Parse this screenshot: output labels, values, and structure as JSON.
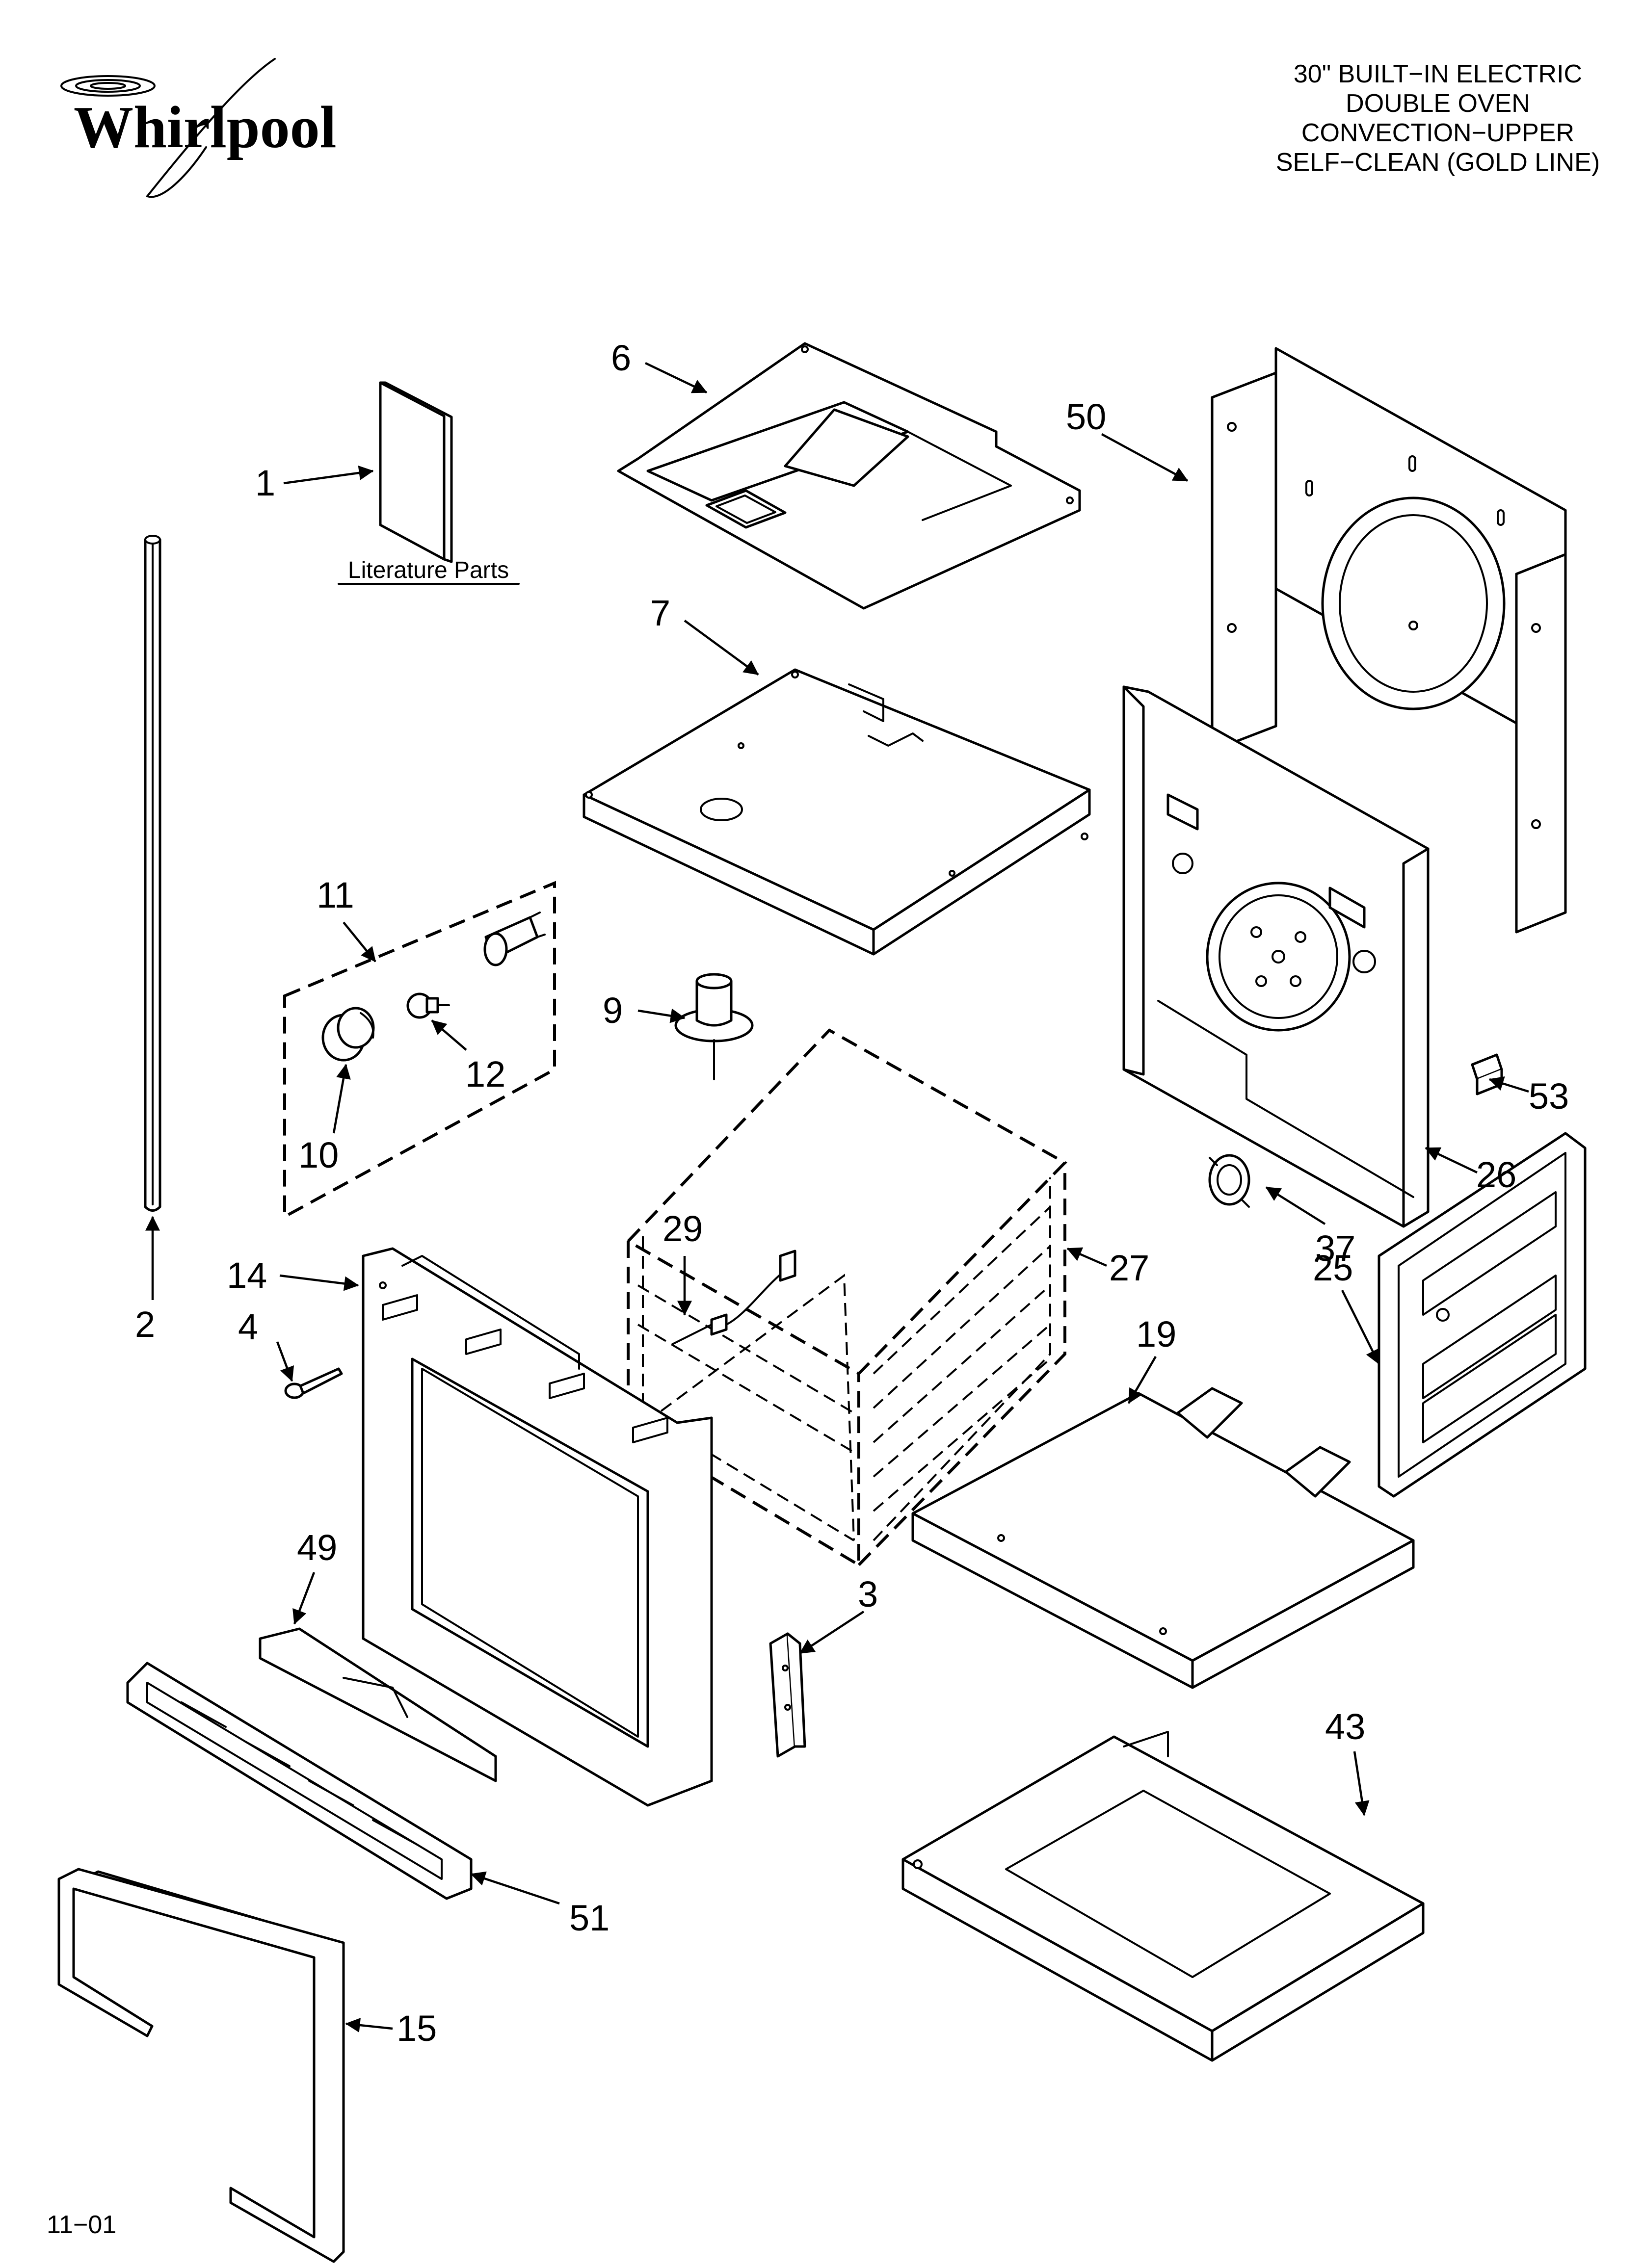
{
  "brand": {
    "name": "Whirlpool"
  },
  "title": {
    "lines": [
      "30\" BUILT−IN ELECTRIC",
      "DOUBLE OVEN",
      "CONVECTION−UPPER",
      "SELF−CLEAN (GOLD LINE)"
    ]
  },
  "literature_label": "Literature Parts",
  "date_code": "11−01",
  "callouts": [
    {
      "id": "1",
      "label": "1"
    },
    {
      "id": "2",
      "label": "2"
    },
    {
      "id": "3",
      "label": "3"
    },
    {
      "id": "4",
      "label": "4"
    },
    {
      "id": "6",
      "label": "6"
    },
    {
      "id": "7",
      "label": "7"
    },
    {
      "id": "9",
      "label": "9"
    },
    {
      "id": "10",
      "label": "10"
    },
    {
      "id": "11",
      "label": "11"
    },
    {
      "id": "12",
      "label": "12"
    },
    {
      "id": "14",
      "label": "14"
    },
    {
      "id": "15",
      "label": "15"
    },
    {
      "id": "19",
      "label": "19"
    },
    {
      "id": "25",
      "label": "25"
    },
    {
      "id": "26",
      "label": "26"
    },
    {
      "id": "27",
      "label": "27"
    },
    {
      "id": "29",
      "label": "29"
    },
    {
      "id": "37",
      "label": "37"
    },
    {
      "id": "43",
      "label": "43"
    },
    {
      "id": "49",
      "label": "49"
    },
    {
      "id": "50",
      "label": "50"
    },
    {
      "id": "51",
      "label": "51"
    },
    {
      "id": "53",
      "label": "53"
    }
  ]
}
